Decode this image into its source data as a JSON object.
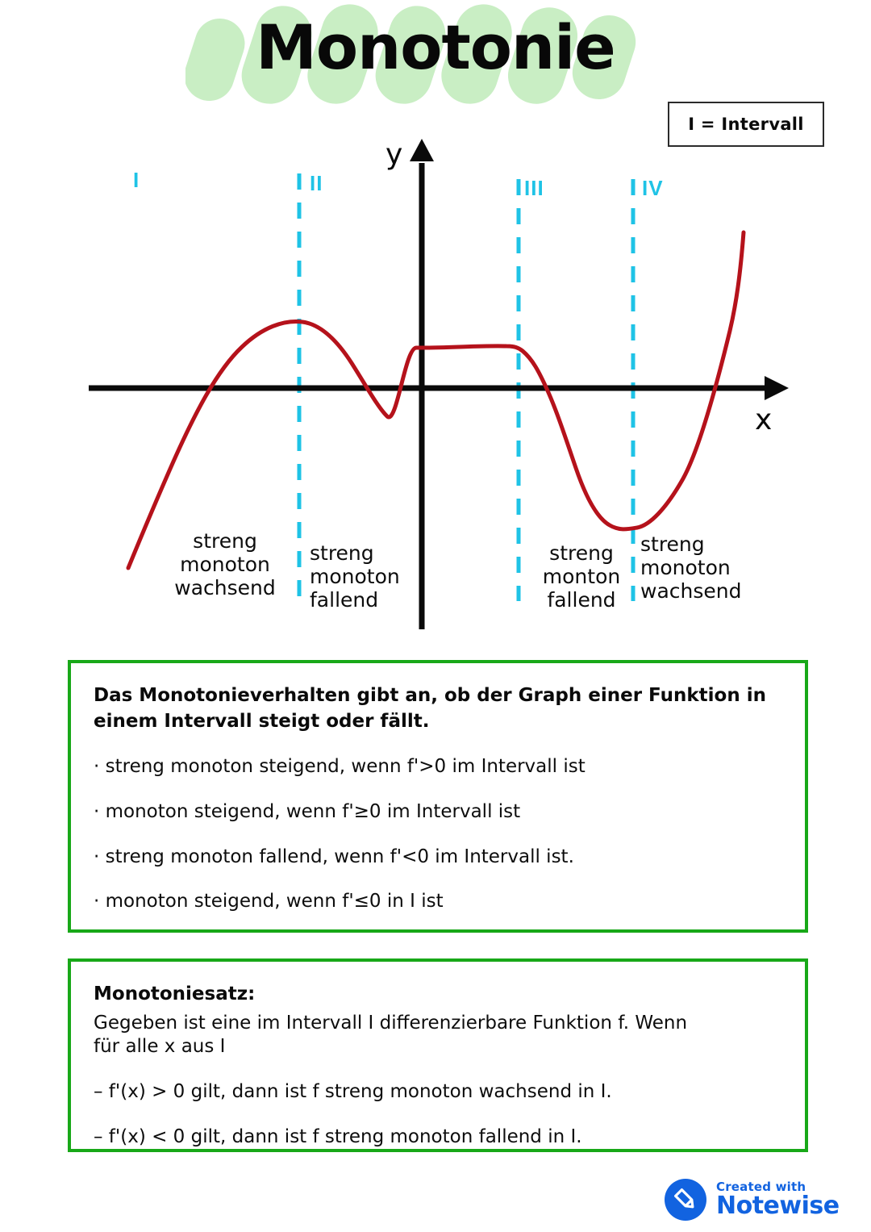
{
  "title": "Monotonie",
  "legend": {
    "text": "I = Intervall"
  },
  "graph": {
    "y_axis_label": "y",
    "x_axis_label": "x",
    "interval_markers": [
      {
        "label": "I"
      },
      {
        "label": "II"
      },
      {
        "label": "III"
      },
      {
        "label": "IV"
      }
    ],
    "captions": [
      {
        "line1": "streng",
        "line2": "monoton",
        "line3": "wachsend"
      },
      {
        "line1": "streng",
        "line2": "monoton",
        "line3": "fallend"
      },
      {
        "line1": "streng",
        "line2": "monton",
        "line3": "fallend"
      },
      {
        "line1": "streng",
        "line2": "monoton",
        "line3": "wachsend"
      }
    ],
    "colors": {
      "curve": "#b5121b",
      "dashed": "#1fc3e6",
      "axis": "#0a0a0a"
    }
  },
  "definition_box": {
    "heading_line1": "Das Monotonieverhalten gibt an, ob der Graph einer Funktion in",
    "heading_line2": "einem Intervall steigt oder fällt.",
    "bullets": [
      "· streng monoton steigend, wenn f'>0 im Intervall ist",
      "· monoton steigend, wenn f'≥0 im Intervall ist",
      "· streng monoton fallend, wenn f'<0 im Intervall ist.",
      "· monoton steigend, wenn f'≤0 in I ist"
    ]
  },
  "theorem_box": {
    "heading": "Monotoniesatz:",
    "subline1": "Gegeben ist eine im Intervall I differenzierbare Funktion f. Wenn",
    "subline2": "für alle x aus I",
    "items": [
      "– f'(x) > 0 gilt, dann ist f streng monoton wachsend in I.",
      "– f'(x) < 0 gilt, dann ist f streng monoton fallend in I."
    ]
  },
  "footer": {
    "created_with": "Created with",
    "brand": "Notewise",
    "brand_color": "#1263e0"
  }
}
